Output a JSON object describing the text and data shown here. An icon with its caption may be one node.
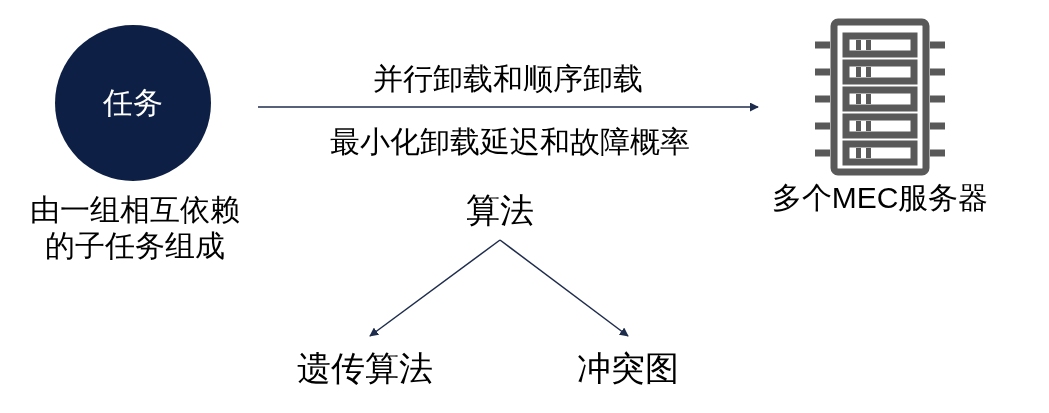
{
  "diagram": {
    "nodes": [
      {
        "text": [
          "任务"
        ],
        "beside": [
          "由一组相互依赖的子任务组成"
        ]
      },
      {
        "text": [],
        "shape": "picture",
        "beside": [
          "多个MEC服务器"
        ]
      },
      {
        "text": [
          "算法"
        ]
      },
      {
        "text": [
          "遗传算法"
        ]
      },
      {
        "text": [
          "冲突图"
        ]
      }
    ],
    "edges": [
      {
        "from": 0,
        "to": 1,
        "arrow": "to",
        "label": "并行卸载和顺序卸载"
      },
      {
        "from": 2,
        "to": 3,
        "arrow": "to"
      },
      {
        "from": 2,
        "to": 4,
        "arrow": "to"
      }
    ],
    "labels": [
      "最小化卸载延迟和故障概率"
    ]
  }
}
